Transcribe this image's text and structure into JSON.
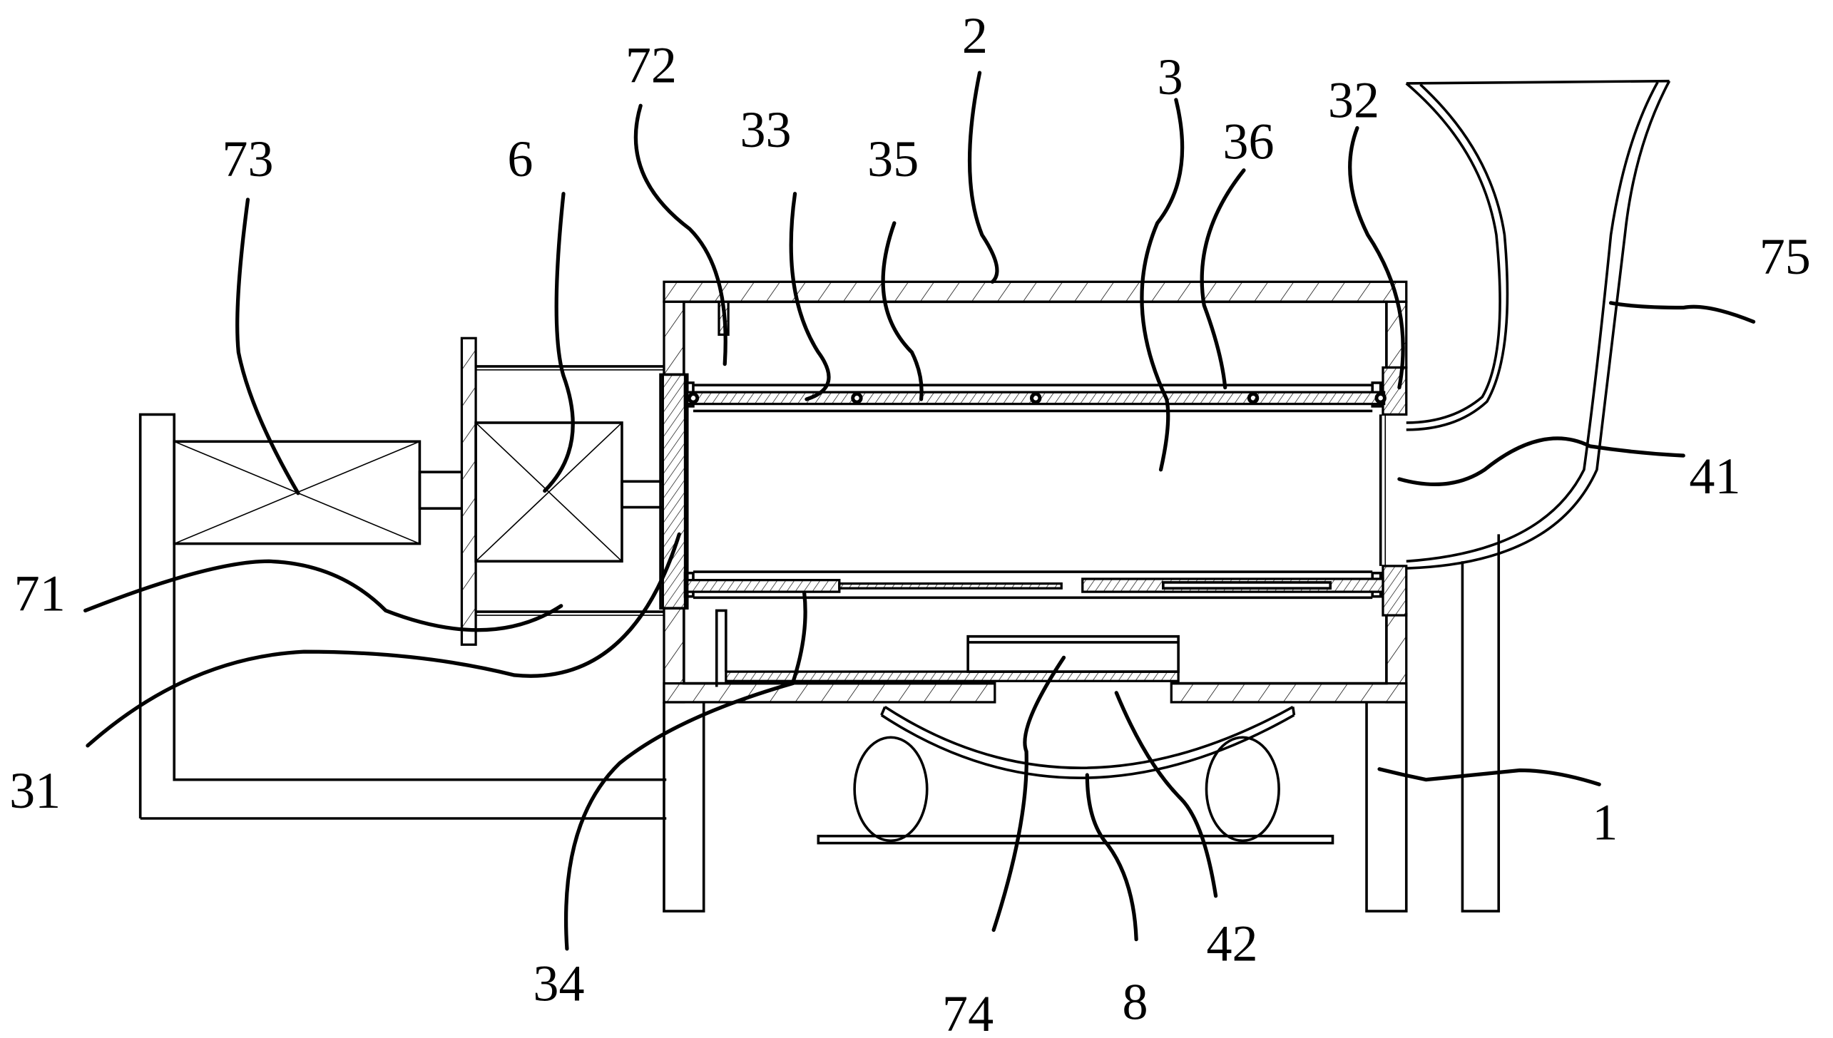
{
  "figure": {
    "type": "patent mechanical cross-section drawing",
    "background_color": "#ffffff",
    "line_color": "#000000"
  },
  "labels": {
    "l1": "1",
    "l2": "2",
    "l3": "3",
    "l6": "6",
    "l8": "8",
    "l31": "31",
    "l32": "32",
    "l33": "33",
    "l34": "34",
    "l35": "35",
    "l36": "36",
    "l41": "41",
    "l42": "42",
    "l71": "71",
    "l72": "72",
    "l73": "73",
    "l74": "74",
    "l75": "75"
  }
}
